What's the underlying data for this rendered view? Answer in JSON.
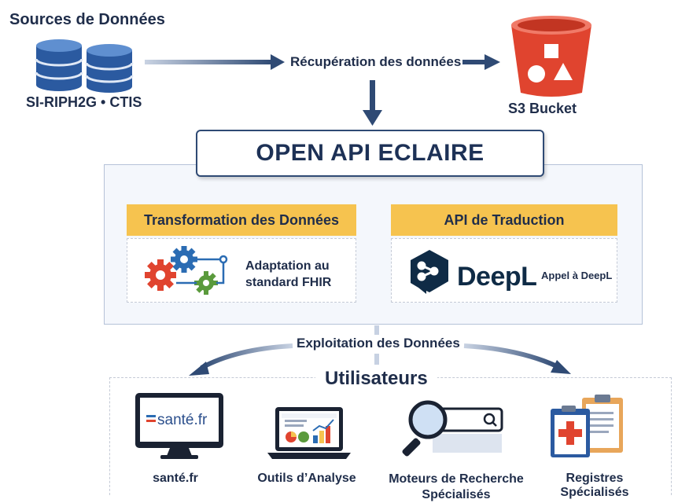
{
  "sources": {
    "title": "Sources de Données",
    "label": "SI-RIPH2G • CTIS",
    "icon": "database-icon"
  },
  "retrieval": {
    "label": "Récupération des données"
  },
  "bucket": {
    "label": "S3 Bucket",
    "icon": "s3-bucket-icon"
  },
  "main": {
    "title": "OPEN API ECLAIRE",
    "transform": {
      "header": "Transformation des Données",
      "text_line1": "Adaptation au",
      "text_line2": "standard FHIR",
      "icon": "gears-icon"
    },
    "translation": {
      "header": "API de Traduction",
      "brand": "DeepL",
      "call": "Appel à DeepL",
      "icon": "deepl-logo-icon"
    }
  },
  "exploitation": {
    "label": "Exploitation des Données"
  },
  "users": {
    "title": "Utilisateurs",
    "items": [
      {
        "label": "santé.fr",
        "screen_text": "santé.fr",
        "icon": "monitor-icon"
      },
      {
        "label": "Outils d’Analyse",
        "icon": "laptop-analytics-icon"
      },
      {
        "label": "Moteurs de Recherche Spécialisés",
        "icon": "search-magnifier-icon"
      },
      {
        "label": "Registres Spécialisés",
        "icon": "clipboard-registry-icon"
      }
    ]
  },
  "colors": {
    "navy": "#1f2d4a",
    "accent_yellow": "#f6c34f",
    "bucket_red": "#e0442f",
    "deepl_navy": "#0f2b46",
    "db_blue": "#2b5aa0"
  }
}
